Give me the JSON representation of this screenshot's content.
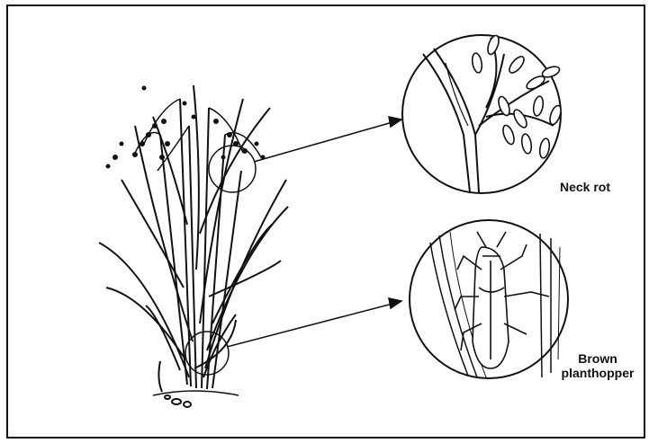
{
  "labels": {
    "neck_rot": "Neck rot",
    "brown_planthopper_line1": "Brown",
    "brown_planthopper_line2": "planthopper"
  },
  "colors": {
    "ink": "#111111",
    "background": "#ffffff"
  }
}
